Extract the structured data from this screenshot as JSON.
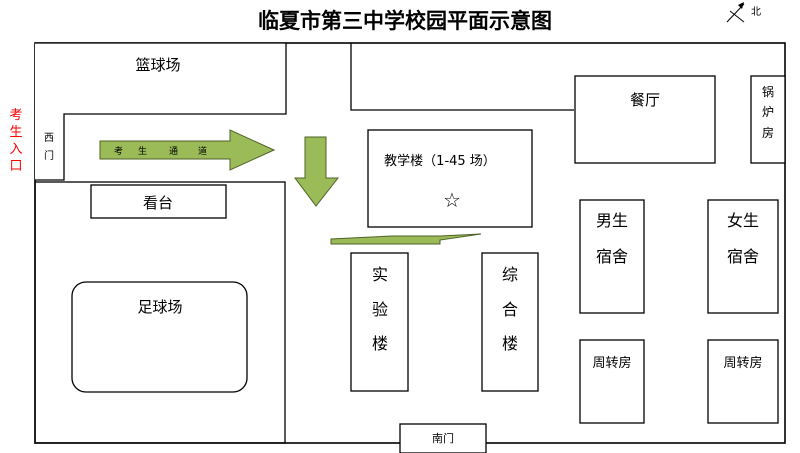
{
  "title": "临夏市第三中学校园平面示意图",
  "compass": {
    "label": "北",
    "icon": "north-arrow-icon"
  },
  "entrance": {
    "label": "考生入口",
    "color": "#ff0000"
  },
  "gates": {
    "west": "西门",
    "south": "南门"
  },
  "route": {
    "label": "考生通道",
    "arrow_fill": "#9bbb59",
    "arrow_stroke": "#4f6228"
  },
  "buildings": {
    "basketball": "篮球场",
    "stands": "看台",
    "football": "足球场",
    "teaching": "教学楼（1-45 场）",
    "exam_marker": "☆",
    "lab": "实验楼",
    "complex": "综合楼",
    "canteen": "餐厅",
    "boiler": "锅炉房",
    "male_dorm": "男生宿舍",
    "female_dorm": "女生宿舍",
    "transit1": "周转房",
    "transit2": "周转房"
  }
}
